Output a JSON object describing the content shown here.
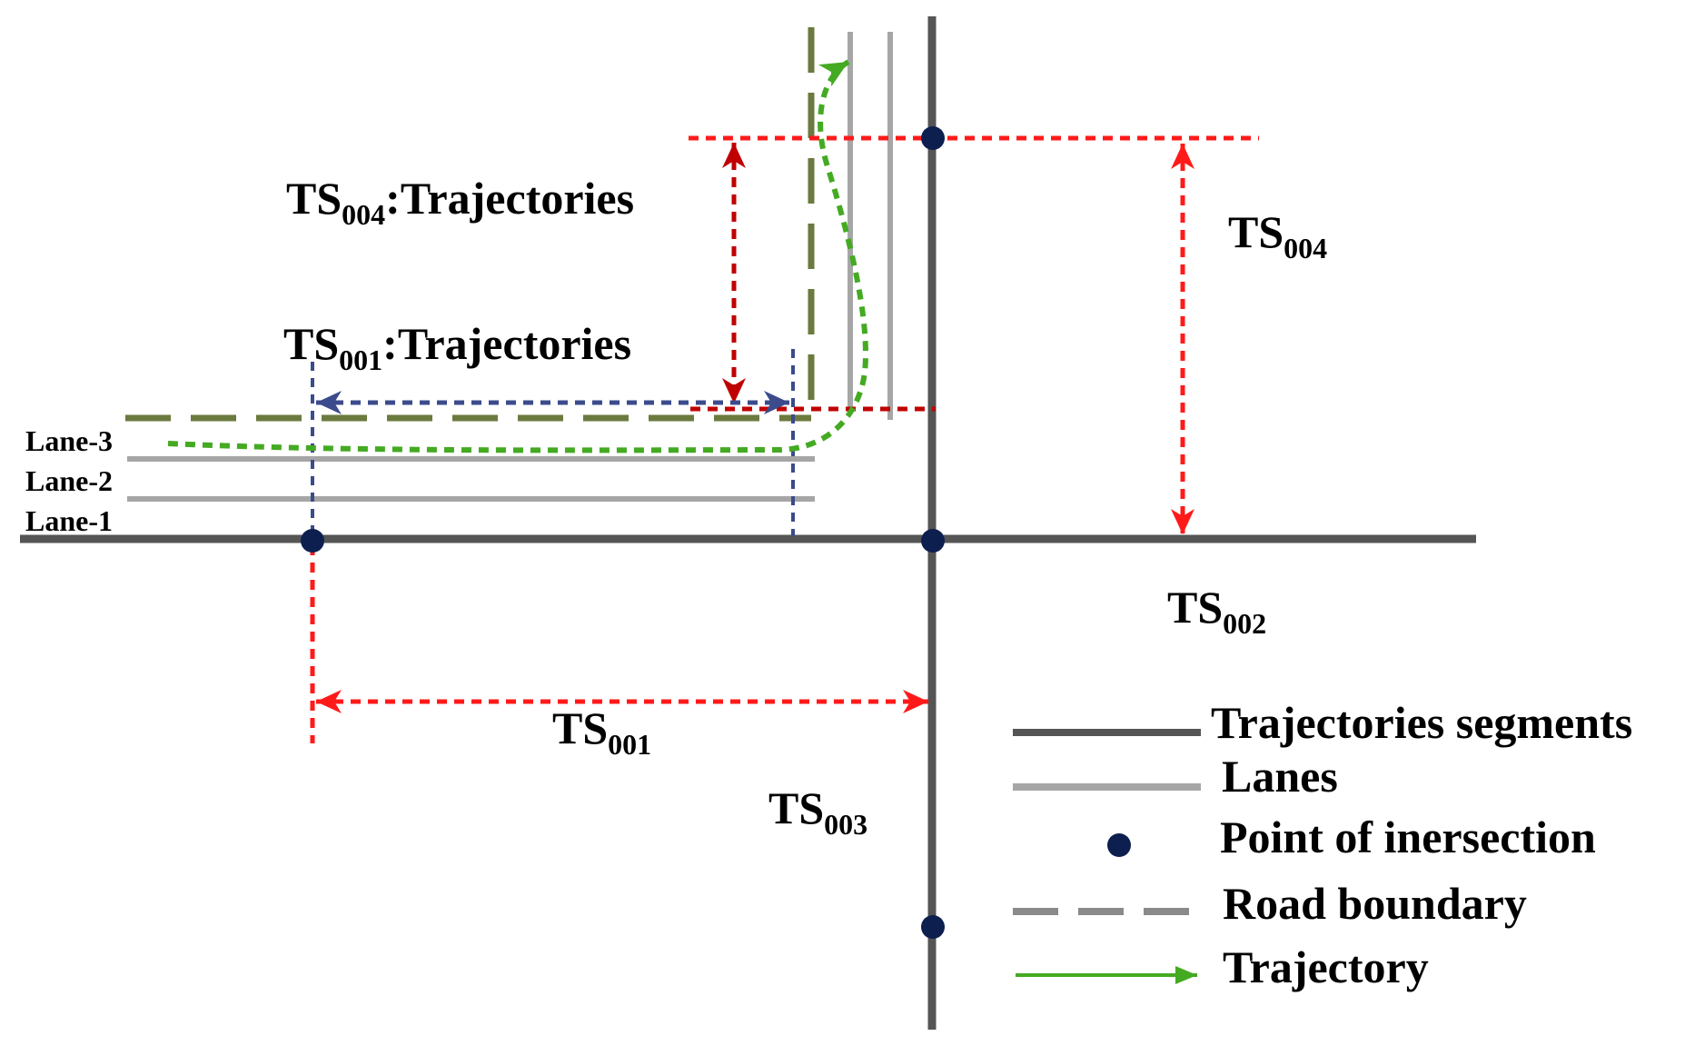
{
  "labels": {
    "ts004_traj": {
      "main": "TS",
      "sub": "004",
      "rest": ":Trajectories"
    },
    "ts001_traj": {
      "main": "TS",
      "sub": "001",
      "rest": ":Trajectories"
    },
    "ts004": {
      "main": "TS",
      "sub": "004"
    },
    "ts002": {
      "main": "TS",
      "sub": "002"
    },
    "ts001": {
      "main": "TS",
      "sub": "001"
    },
    "ts003": {
      "main": "TS",
      "sub": "003"
    },
    "lane3": "Lane-3",
    "lane2": "Lane-2",
    "lane1": "Lane-1"
  },
  "legend": {
    "segments": "Trajectories segments",
    "lanes": "Lanes",
    "point": "Point of inersection",
    "boundary": "Road boundary",
    "trajectory": "Trajectory"
  },
  "colors": {
    "segment": "#555555",
    "lane": "#a6a6a6",
    "boundary": "#6b7a3e",
    "red_measure": "#ff1a1a",
    "dark_red_measure": "#c00000",
    "blue_measure": "#3b4b8c",
    "trajectory": "#44aa22",
    "point": "#0d1f4f"
  }
}
